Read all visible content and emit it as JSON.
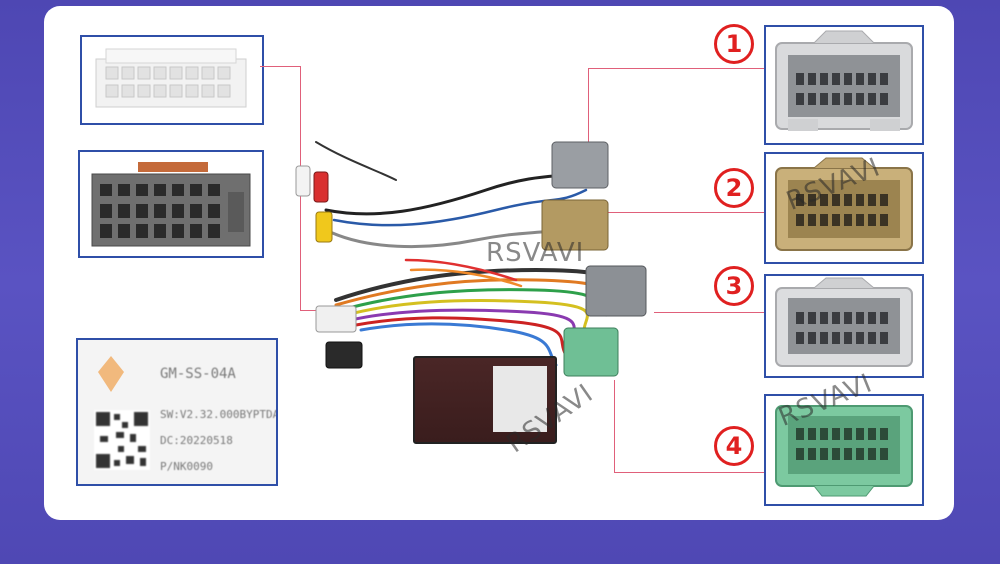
{
  "watermark": "RSVAVI",
  "connector_numbers": [
    "1",
    "2",
    "3",
    "4"
  ],
  "module_label": {
    "model": "GM-SS-04A",
    "software": "SW:V2.32.000BYPTDA",
    "date": "DC:20220518",
    "part_number": "P/NK0090"
  },
  "colors": {
    "background": "#5a53c2",
    "frame": "#2f4fa8",
    "lead_line": "#e0607a",
    "number_circle": "#e02020",
    "connector_gray": "#9a9ea3",
    "connector_tan": "#b39a62",
    "connector_green": "#6fbf95",
    "connector_white": "#f0f0f0"
  }
}
